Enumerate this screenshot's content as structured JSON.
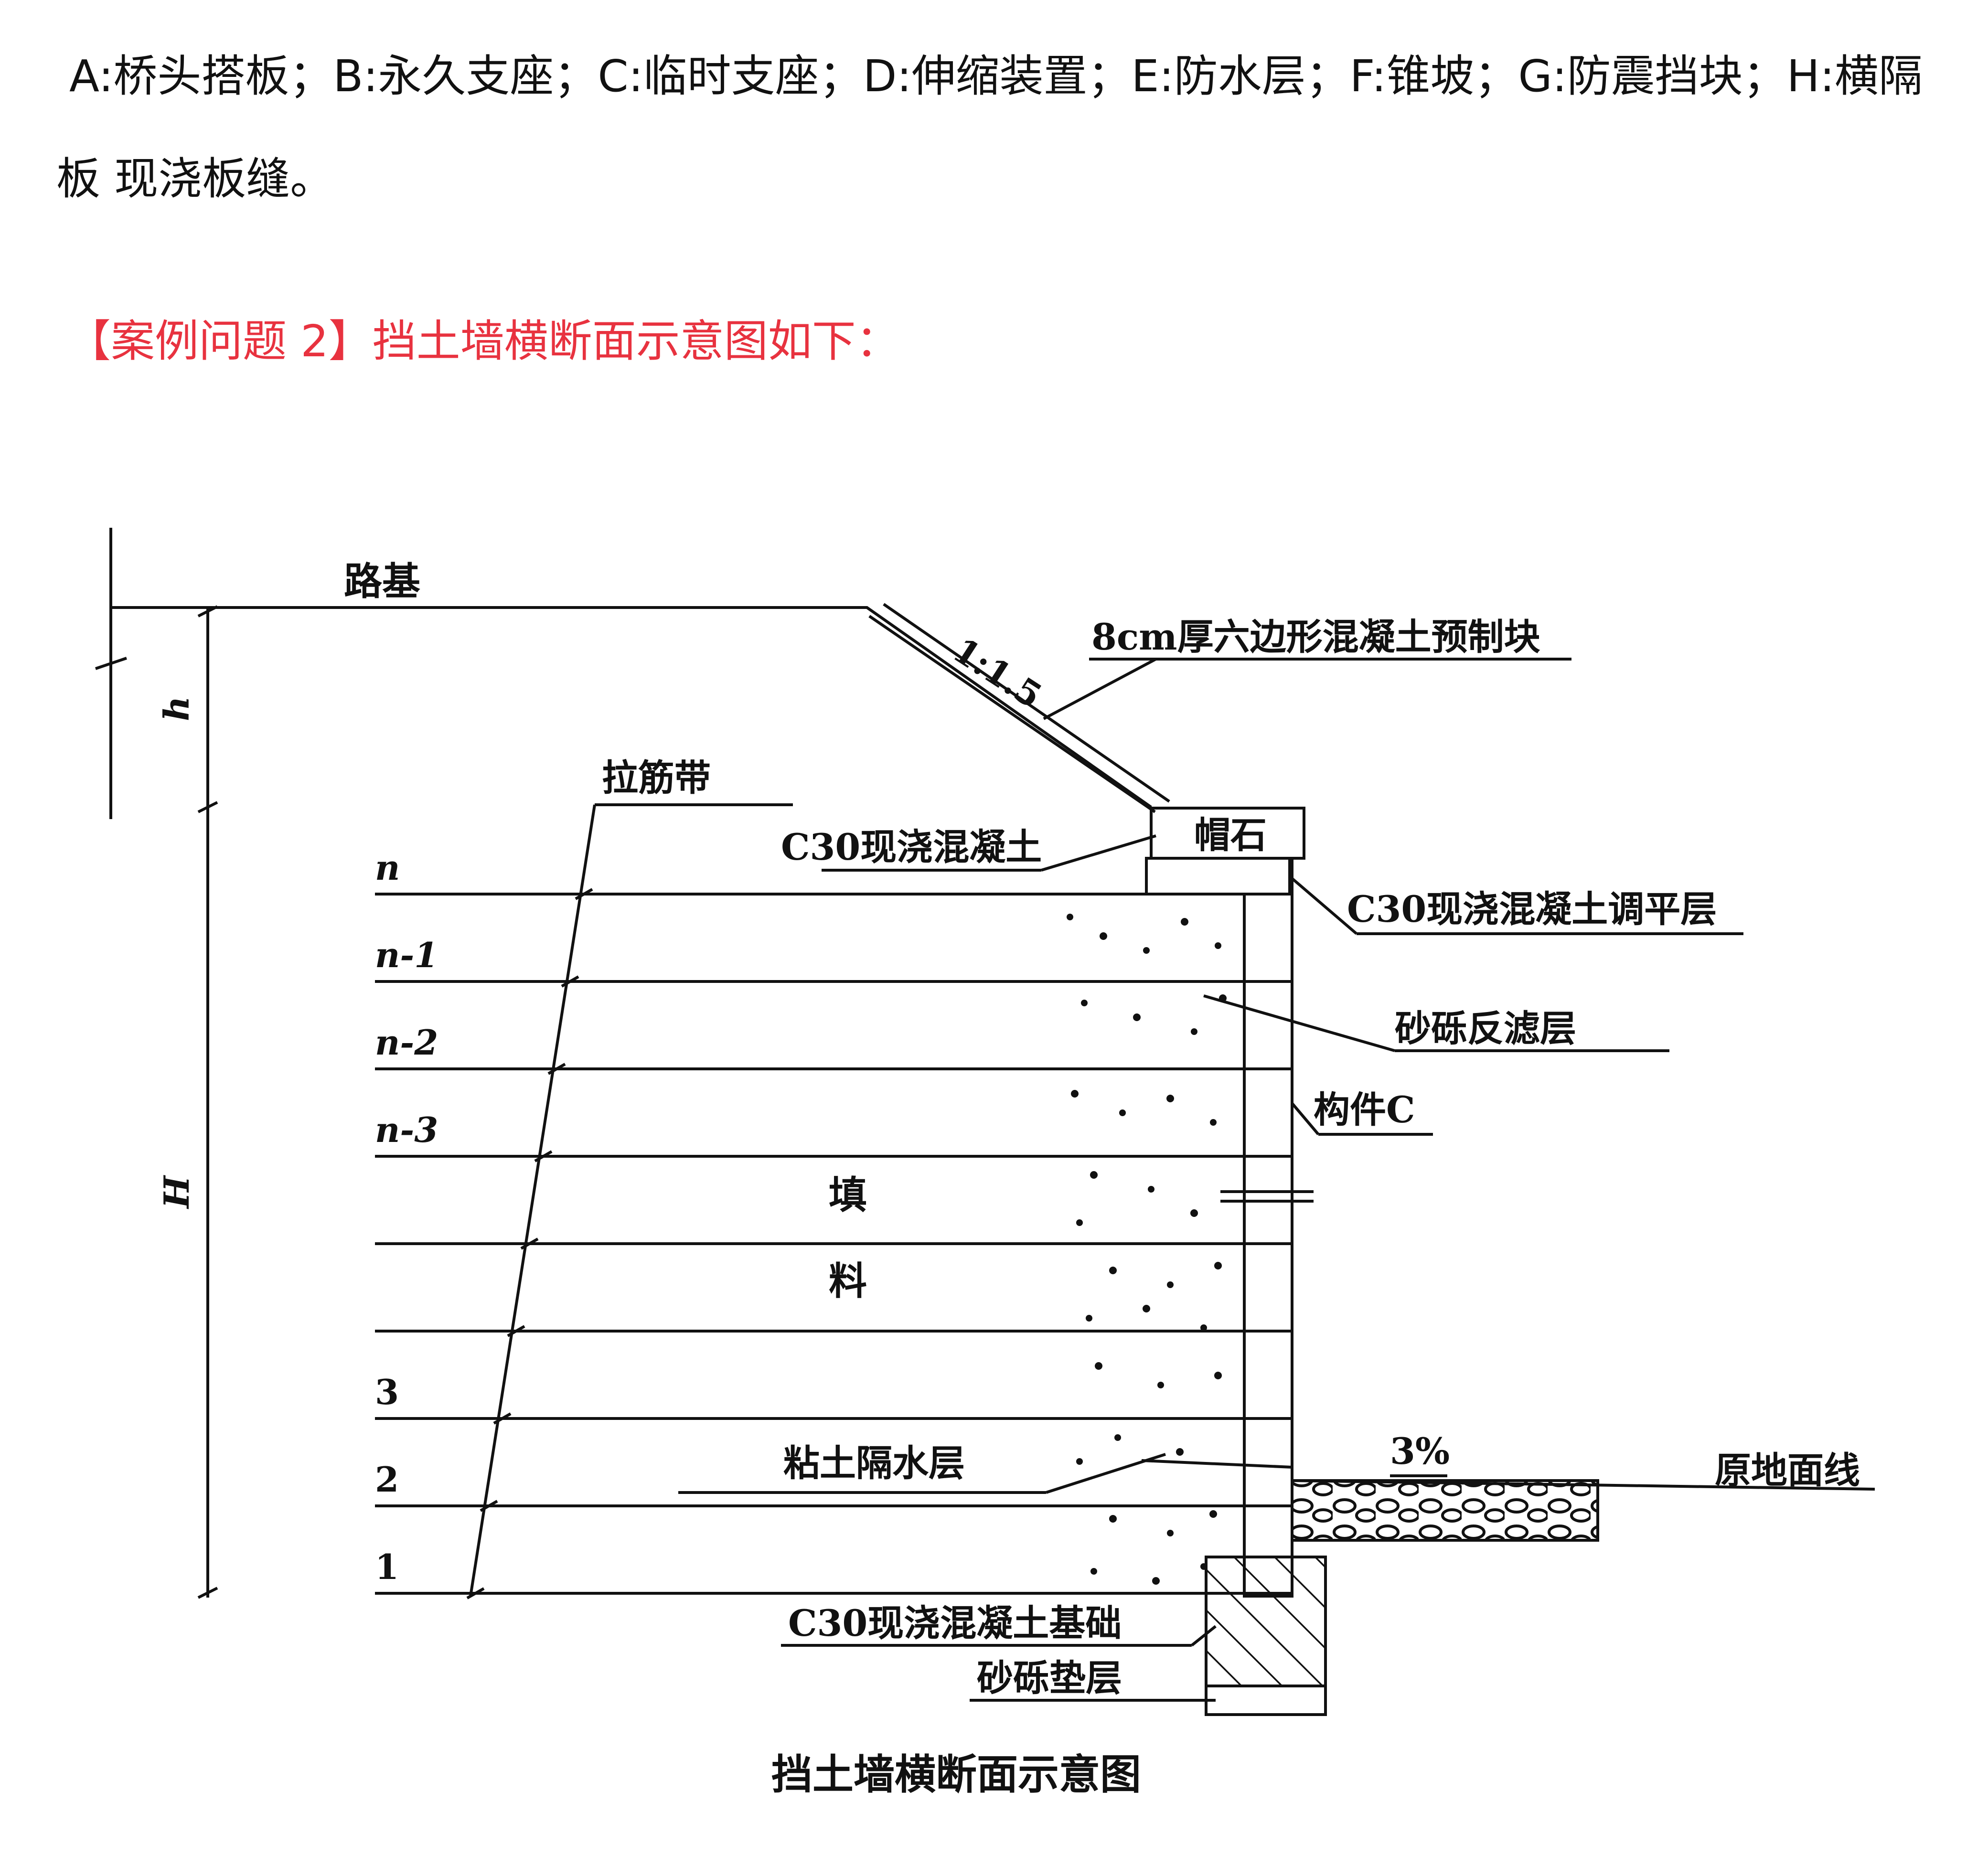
{
  "text": {
    "line1": "A:桥头搭板；B:永久支座；C:临时支座；D:伸缩装置；E:防水层；F:锥坡；G:防震挡块；H:横隔",
    "line2": "板  现浇板缝。",
    "heading": "【案例问题 2】挡土墙横断面示意图如下："
  },
  "diagram": {
    "title": "挡土墙横断面示意图",
    "labels": {
      "roadbed": "路基",
      "slope": "1:1.5",
      "hex_block": "8cm厚六边形混凝土预制块",
      "tie_strip": "拉筋带",
      "cast_concrete": "C30现浇混凝土",
      "cap_stone": "帽石",
      "leveling_layer": "C30现浇混凝土调平层",
      "gravel_filter": "砂砾反滤层",
      "member_c": "构件C",
      "fill": "填",
      "material": "料",
      "clay_layer": "粘土隔水层",
      "percent": "3%",
      "ground_line": "原地面线",
      "foundation": "C30现浇混凝土基础",
      "gravel_cushion": "砂砾垫层",
      "h_small": "h",
      "h_big": "H"
    },
    "layer_labels": [
      "n",
      "n-1",
      "n-2",
      "n-3",
      "3",
      "2",
      "1"
    ]
  },
  "colors": {
    "heading": "#e8323f",
    "ink": "#111111"
  }
}
